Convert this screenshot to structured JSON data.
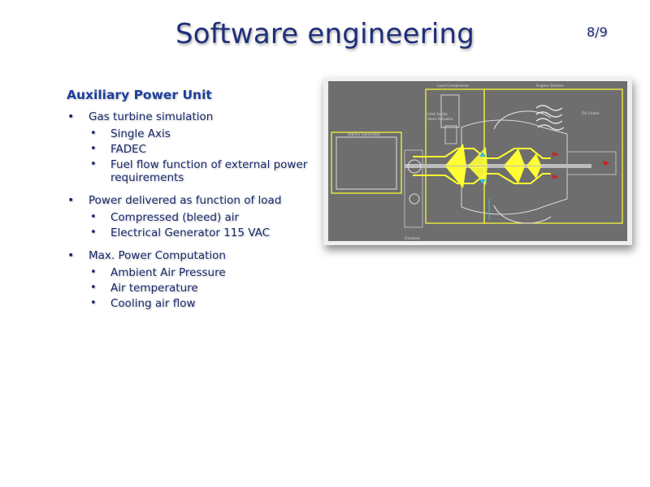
{
  "slide": {
    "title": "Software engineering",
    "page_number": "8/9"
  },
  "content": {
    "heading": "Auxiliary Power Unit",
    "bullets": [
      {
        "text": "Gas turbine simulation",
        "sub": [
          "Single Axis",
          "FADEC",
          "Fuel flow function of external power requirements"
        ]
      },
      {
        "text": "Power delivered as function of load",
        "sub": [
          "Compressed (bleed) air",
          "Electrical Generator 115 VAC"
        ]
      },
      {
        "text": "Max. Power Computation",
        "sub": [
          "Ambient Air Pressure",
          "Air temperature",
          "Cooling air flow"
        ]
      }
    ]
  },
  "diagram": {
    "labels": {
      "load_compressor": "Load Compressor",
      "engine_section": "Engine Section",
      "starter_generator": "Starter Generator",
      "inlet_guide": "Inlet Guide",
      "vane_actuator": "Vane Actuator",
      "oil_cooler": "Oil Cooler",
      "gearbox": "Gearbox"
    },
    "colors": {
      "background": "#6e6e6e",
      "highlight": "#ffff33",
      "flow_arrow": "#cc2222",
      "bleed_arrow": "#33bbdd"
    }
  }
}
